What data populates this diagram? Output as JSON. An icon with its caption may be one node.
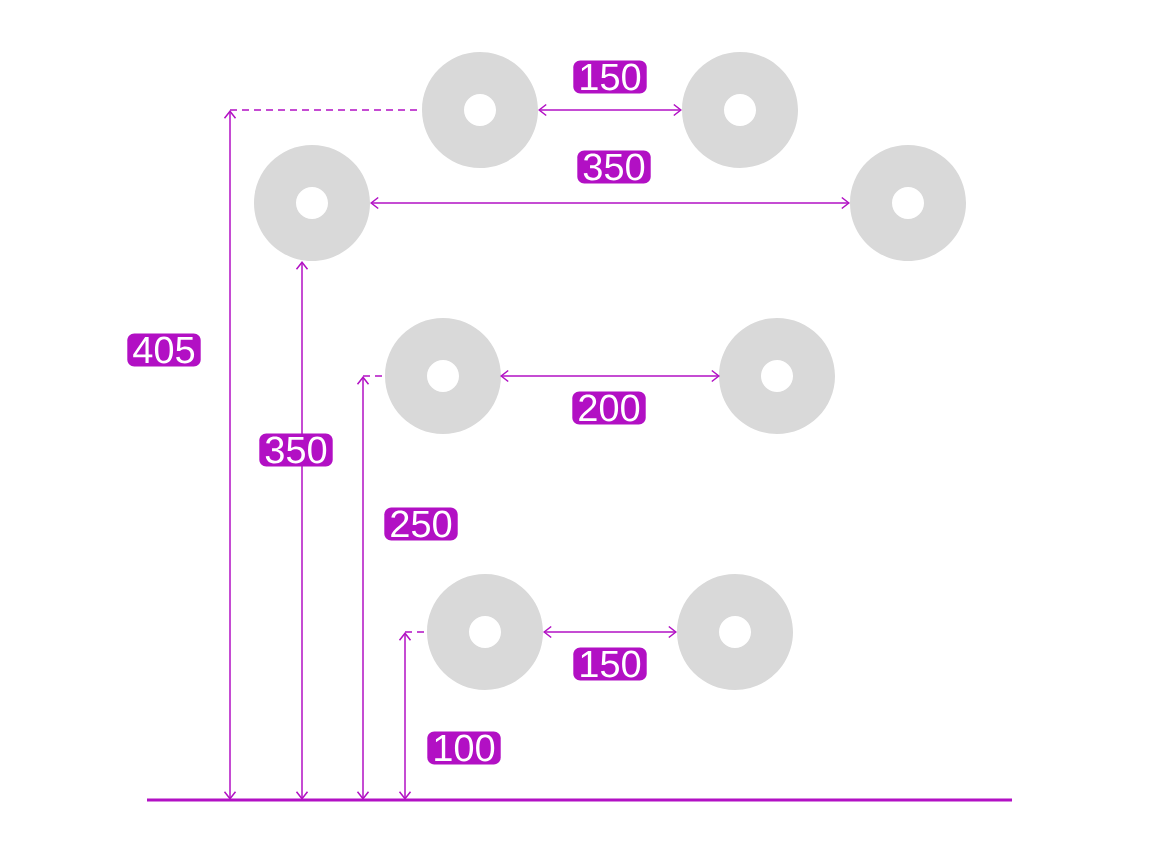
{
  "diagram": {
    "labels": [
      "150",
      "350",
      "405",
      "200",
      "350",
      "250",
      "150",
      "100"
    ]
  }
}
